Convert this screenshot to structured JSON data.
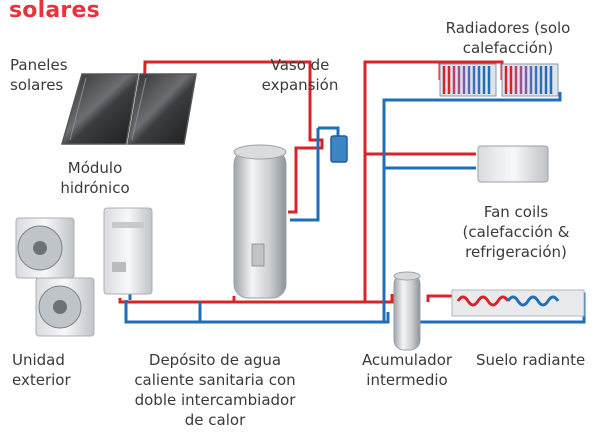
{
  "title": "solares",
  "labels": {
    "paneles": [
      "Paneles",
      "solares"
    ],
    "vaso": [
      "Vaso de",
      "expansión"
    ],
    "modulo": [
      "Módulo",
      "hidrónico"
    ],
    "radiadores": [
      "Radiadores (solo",
      "calefacción)"
    ],
    "fancoils": [
      "Fan coils",
      "(calefacción &",
      "refrigeración)"
    ],
    "unidad": [
      "Unidad",
      "exterior"
    ],
    "deposito": [
      "Depósito de agua",
      "caliente sanitaria con",
      "doble intercambiador",
      "de calor"
    ],
    "acumulador": [
      "Acumulador",
      "intermedio"
    ],
    "suelo": [
      "Suelo radiante"
    ]
  },
  "colors": {
    "title": "#e8323c",
    "hot_pipe": "#d8232a",
    "cold_pipe": "#1f6fb8"
  }
}
